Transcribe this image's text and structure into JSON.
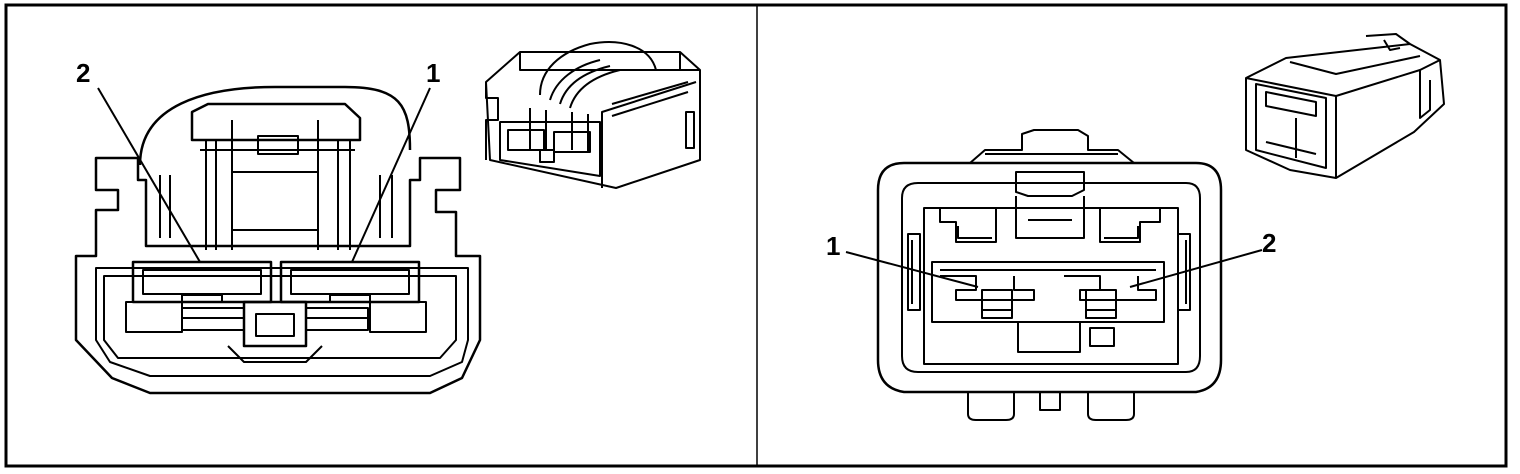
{
  "figure": {
    "panels": [
      {
        "id": "left",
        "callouts": [
          {
            "number": "2",
            "pin": "2"
          },
          {
            "number": "1",
            "pin": "1"
          }
        ]
      },
      {
        "id": "right",
        "callouts": [
          {
            "number": "1",
            "pin": "1"
          },
          {
            "number": "2",
            "pin": "2"
          }
        ]
      }
    ],
    "colors": {
      "line": "#000000",
      "background": "#ffffff"
    }
  }
}
